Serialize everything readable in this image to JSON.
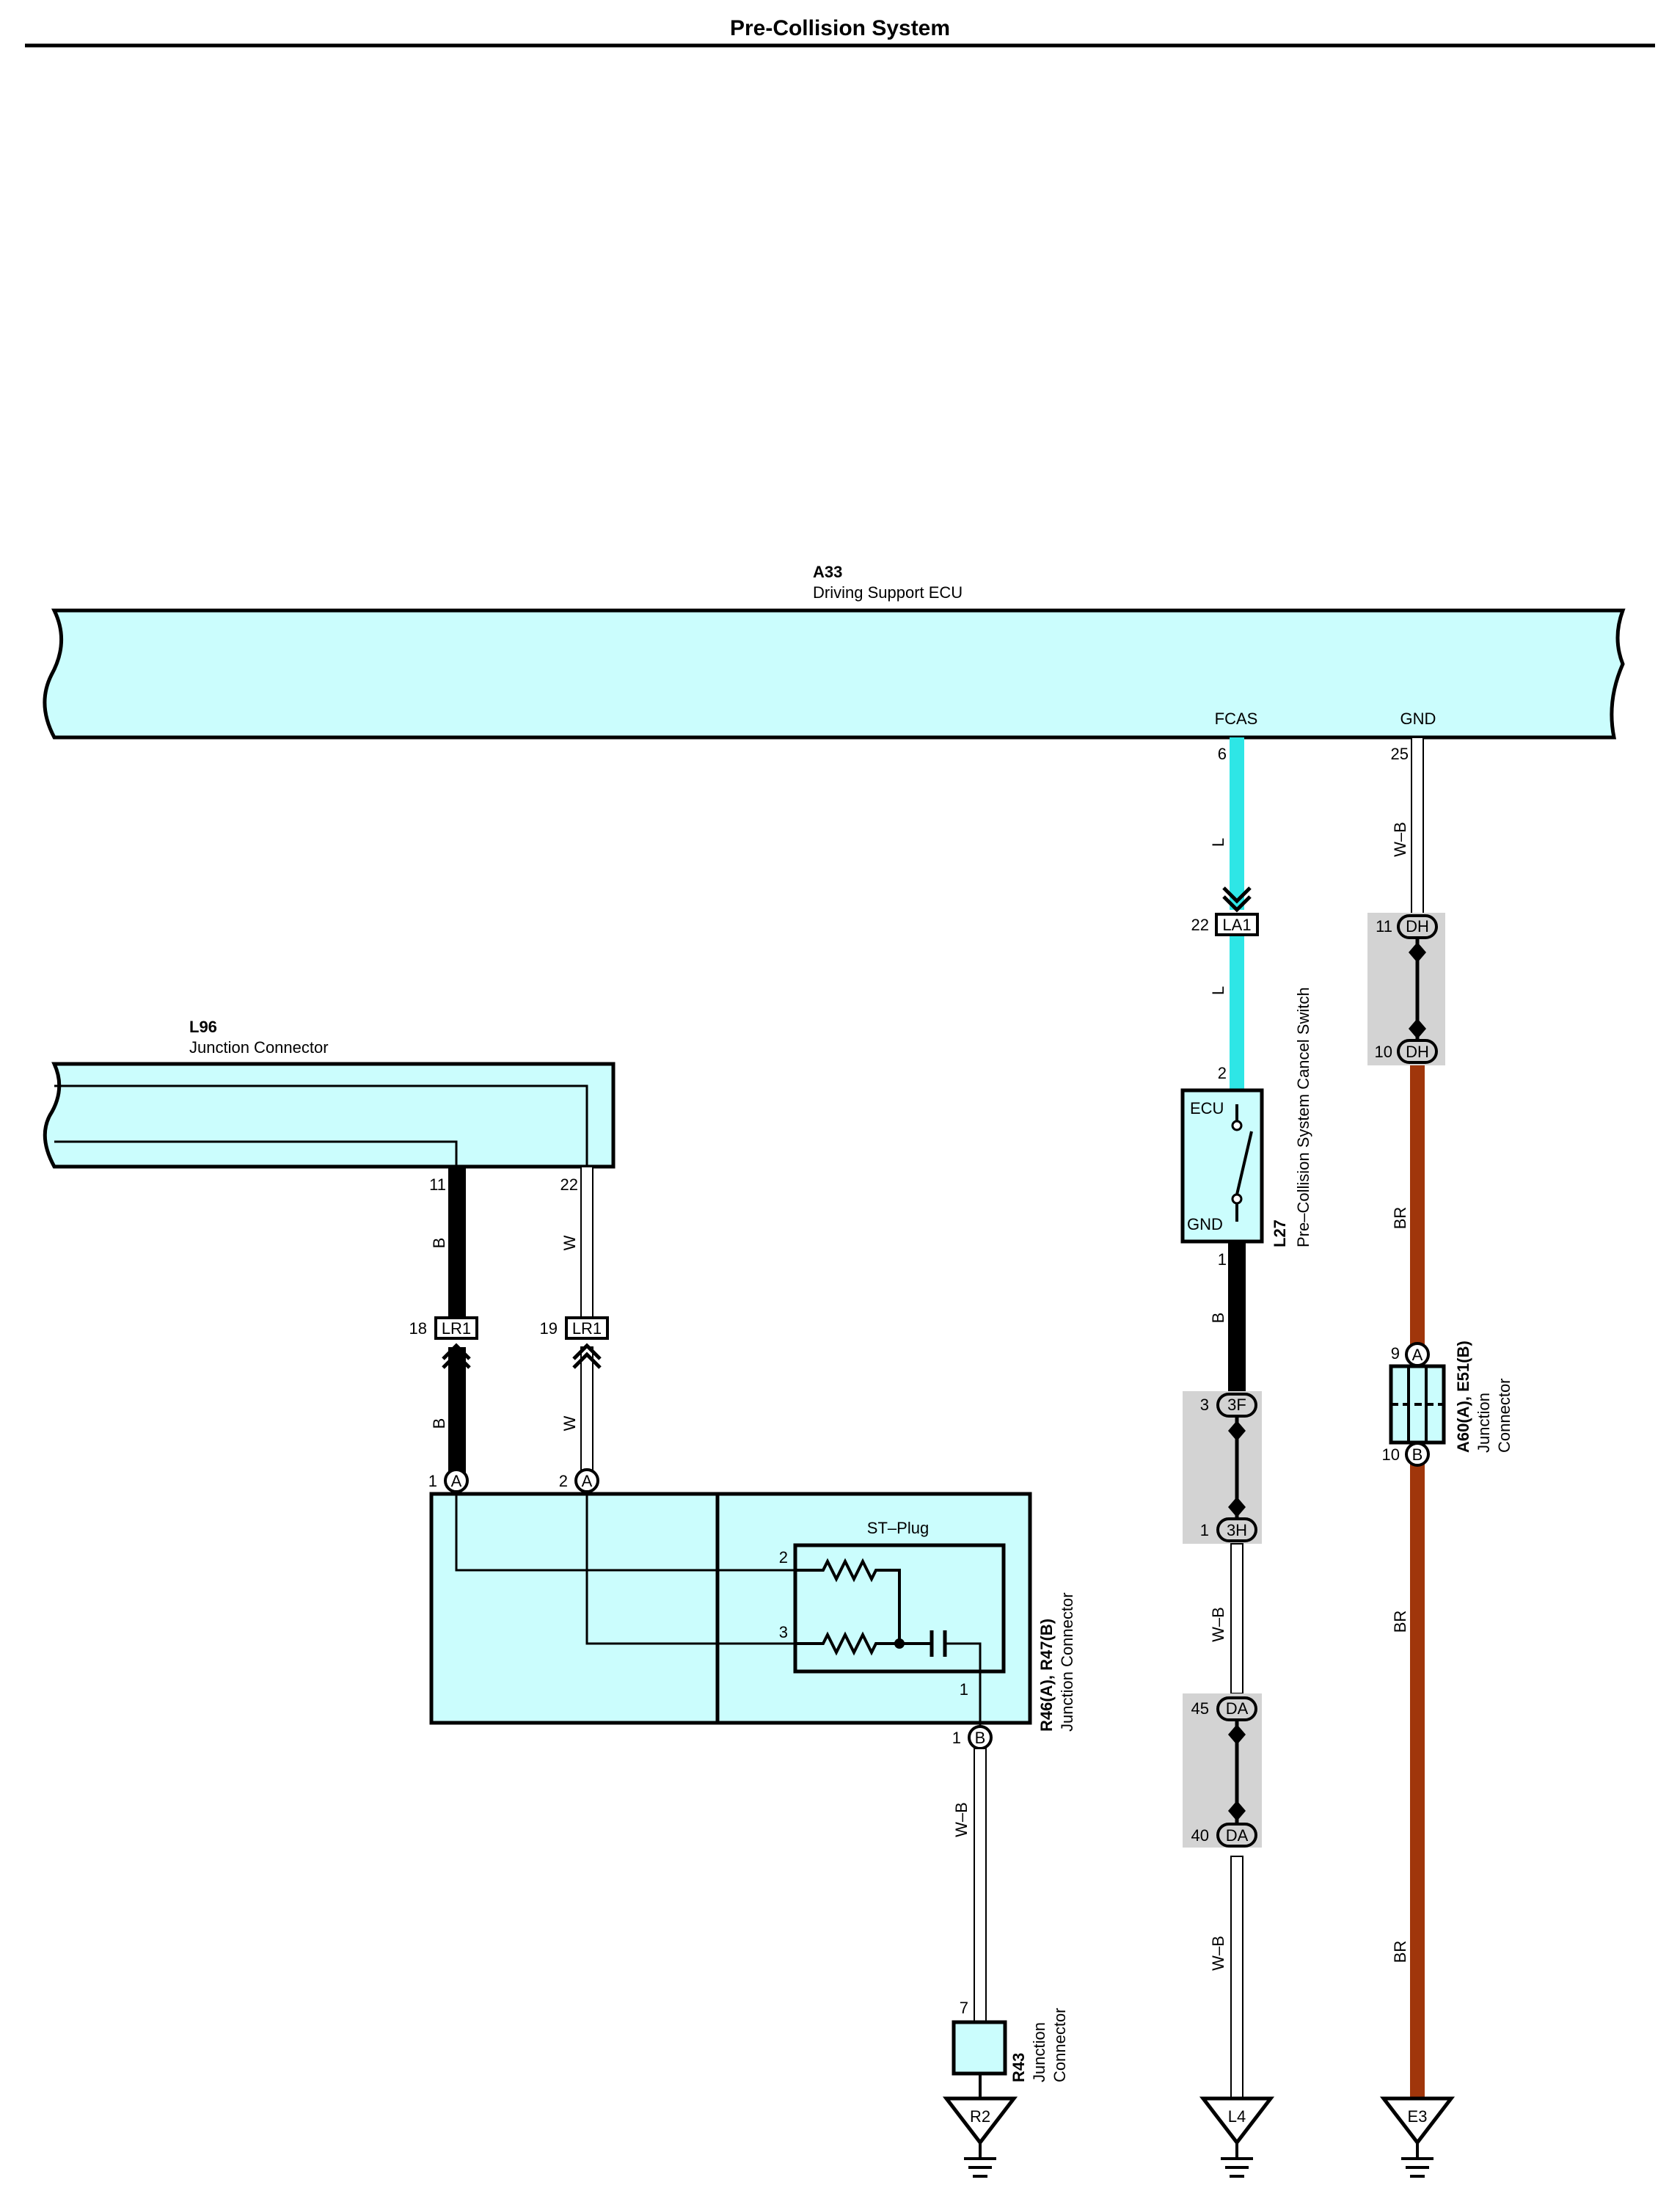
{
  "page": {
    "title": "Pre-Collision System"
  },
  "components": {
    "ecu": {
      "code": "A33",
      "name": "Driving Support ECU",
      "fcas": "FCAS",
      "gnd": "GND",
      "pin_fcas": "6",
      "pin_gnd": "25"
    },
    "l96": {
      "code": "L96",
      "name": "Junction Connector",
      "pin_b": "11",
      "pin_w": "22"
    },
    "l27": {
      "code": "L27",
      "name": "Pre–Collision System Cancel Switch",
      "ecu": "ECU",
      "gnd": "GND",
      "pin_top": "2",
      "pin_bottom": "1"
    },
    "r46": {
      "code": "R46(A), R47(B)",
      "name": "Junction Connector",
      "plug": "ST–Plug",
      "pin_a1": "1",
      "pin_a2": "2",
      "pin_b1": "1",
      "inner2": "2",
      "inner3": "3",
      "inner1": "1",
      "conn_a": "A",
      "conn_b": "B"
    },
    "a60": {
      "code": "A60(A), E51(B)",
      "name1": "Junction",
      "name2": "Connector",
      "pin_a": "9",
      "pin_b": "10",
      "conn_a": "A",
      "conn_b": "B"
    },
    "r43": {
      "code": "R43",
      "name1": "Junction",
      "name2": "Connector",
      "pin": "7"
    }
  },
  "connectors": {
    "lr1_left": {
      "label": "LR1",
      "pin": "18"
    },
    "lr1_right": {
      "label": "LR1",
      "pin": "19"
    },
    "la1": {
      "label": "LA1",
      "pin": "22"
    },
    "dh_top": {
      "label": "DH",
      "pin": "11"
    },
    "dh_bottom": {
      "label": "DH",
      "pin": "10"
    },
    "f3": {
      "label": "3F",
      "pin": "3"
    },
    "h3": {
      "label": "3H",
      "pin": "1"
    },
    "da_top": {
      "label": "DA",
      "pin": "45"
    },
    "da_bottom": {
      "label": "DA",
      "pin": "40"
    }
  },
  "wires": {
    "l_top": "L",
    "l_mid": "L",
    "wb_gnd": "W–B",
    "br_1": "BR",
    "br_2": "BR",
    "br_3": "BR",
    "b_l96": "B",
    "w_l96": "W",
    "b_lower": "B",
    "w_lower": "W",
    "b_l27": "B",
    "wb_mid": "W–B",
    "wb_low": "W–B",
    "wb_r43": "W–B"
  },
  "grounds": {
    "r2": "R2",
    "l4": "L4",
    "e3": "E3"
  },
  "colors": {
    "component_fill": "#cbfdfd",
    "wire_blue": "#2ee6e6",
    "wire_brown": "#a0360b",
    "wire_black": "#000000",
    "wire_white": "#ffffff",
    "shade": "#d3d3d3"
  }
}
